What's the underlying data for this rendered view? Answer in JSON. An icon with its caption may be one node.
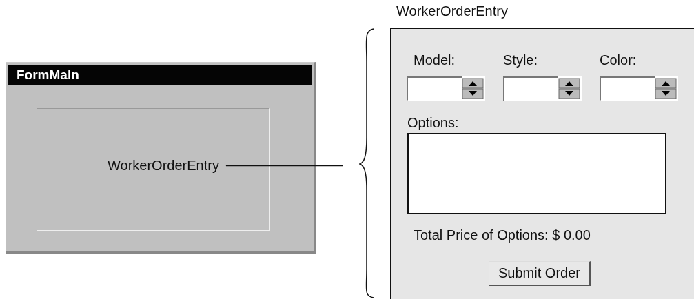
{
  "diagram": {
    "nodes": [
      {
        "text": [
          "FormMain"
        ]
      },
      {
        "text": [
          "WorkerOrderEntry"
        ],
        "in": 0
      },
      {
        "text": [
          "WorkerOrderEntry"
        ]
      },
      {
        "text": [],
        "shape": "box",
        "in": 2,
        "beside": [
          "Options:"
        ]
      },
      {
        "text": [
          "Submit Order"
        ],
        "in": 2
      }
    ],
    "edges": [
      {
        "from": 1,
        "to": 2,
        "arrow": "none"
      }
    ],
    "labels": [
      "Model:",
      "Style:",
      "Color:",
      "Total Price of Options: $ 0.00"
    ]
  }
}
